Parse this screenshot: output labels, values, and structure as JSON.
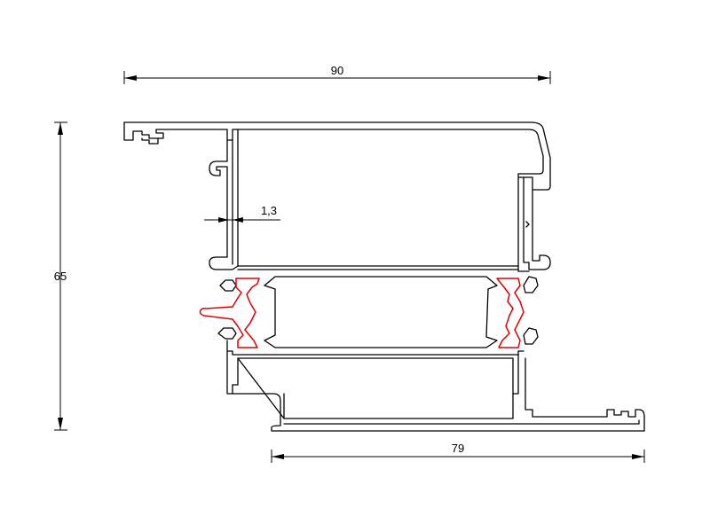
{
  "dimensions": {
    "top_width": "90",
    "bottom_width": "79",
    "height": "65",
    "wall_thickness": "1,3"
  },
  "colors": {
    "outline": "#000000",
    "gasket": "#e00000",
    "background": "#ffffff"
  }
}
